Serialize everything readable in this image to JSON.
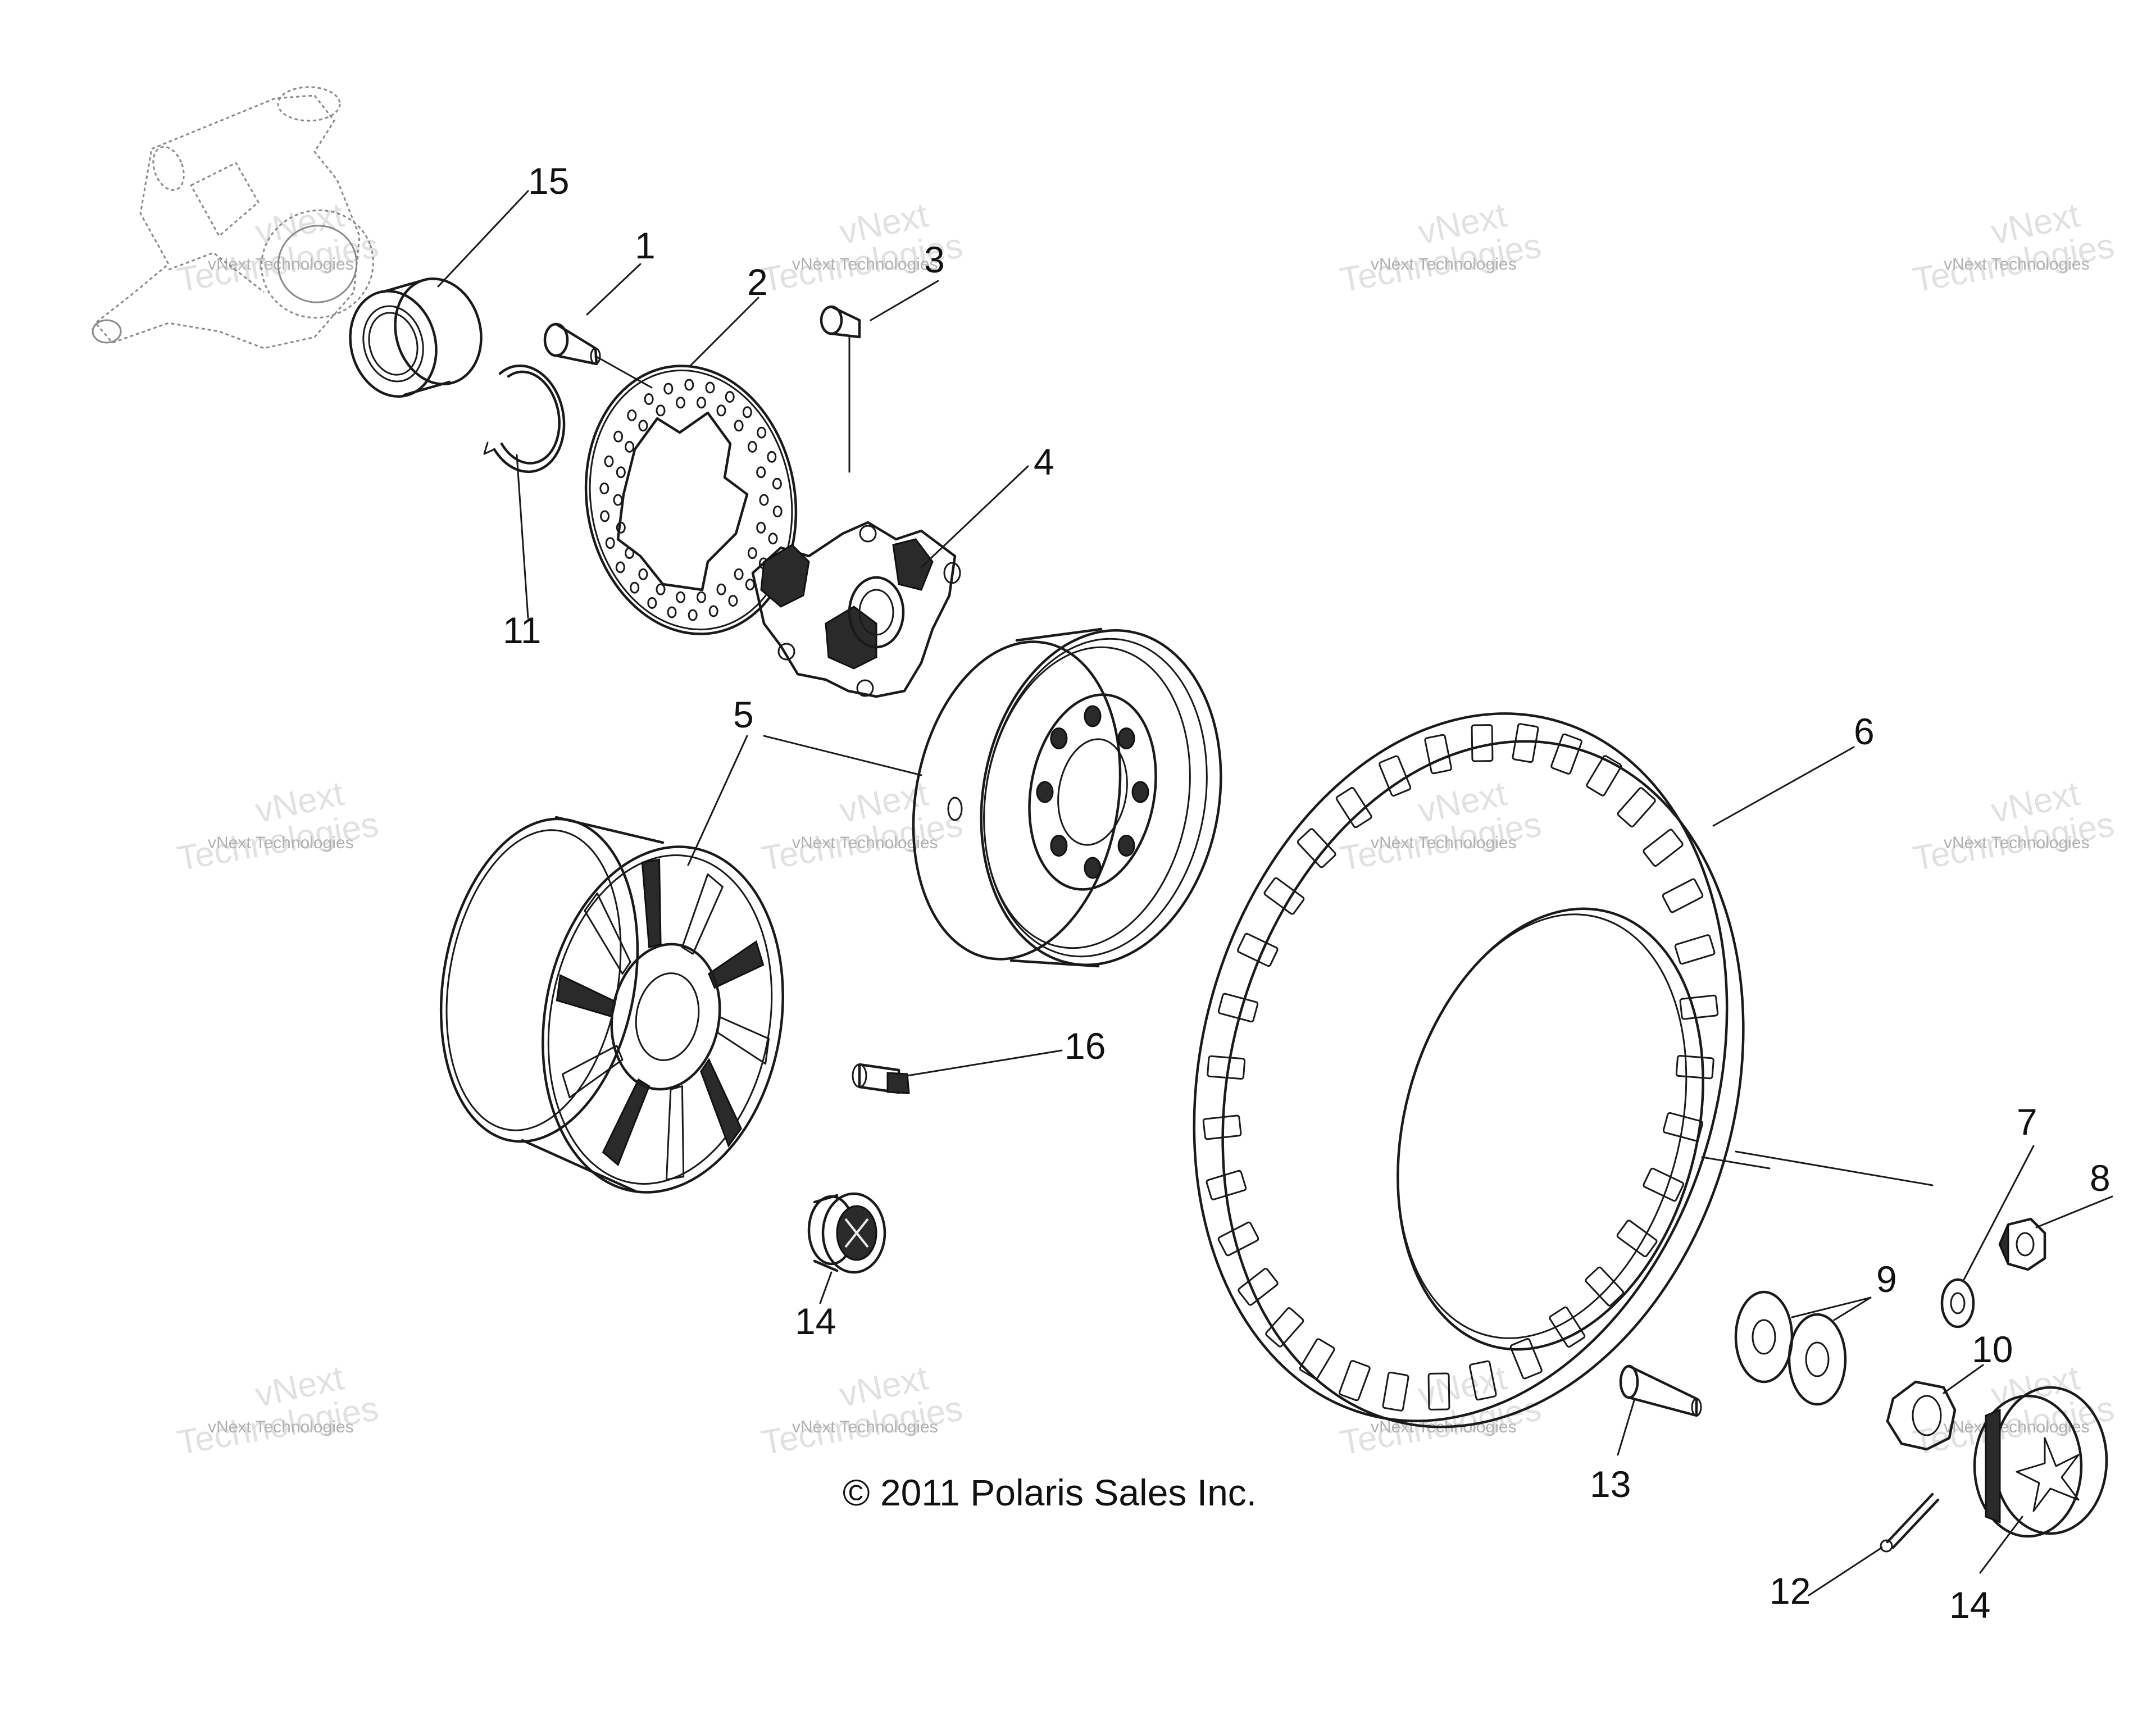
{
  "diagram": {
    "copyright": "© 2011 Polaris Sales Inc.",
    "watermark": {
      "line1": "vNext Technologies",
      "line2": "Technologies",
      "small": "vNext"
    },
    "callouts": [
      "1",
      "2",
      "3",
      "4",
      "5",
      "6",
      "7",
      "8",
      "9",
      "10",
      "11",
      "12",
      "13",
      "14",
      "14",
      "15",
      "16"
    ],
    "parts": [
      "steering-knuckle",
      "wheel-bearing",
      "retaining-ring",
      "brake-disc-bolt",
      "brake-disc",
      "hub-bolt",
      "wheel-hub",
      "cast-wheel",
      "steel-wheel",
      "tire",
      "washer",
      "lug-nut",
      "spacer-washers",
      "spindle-nut",
      "cotter-pin",
      "valve-stem",
      "hub-cap",
      "bolt",
      "lug-nut-cap"
    ]
  }
}
